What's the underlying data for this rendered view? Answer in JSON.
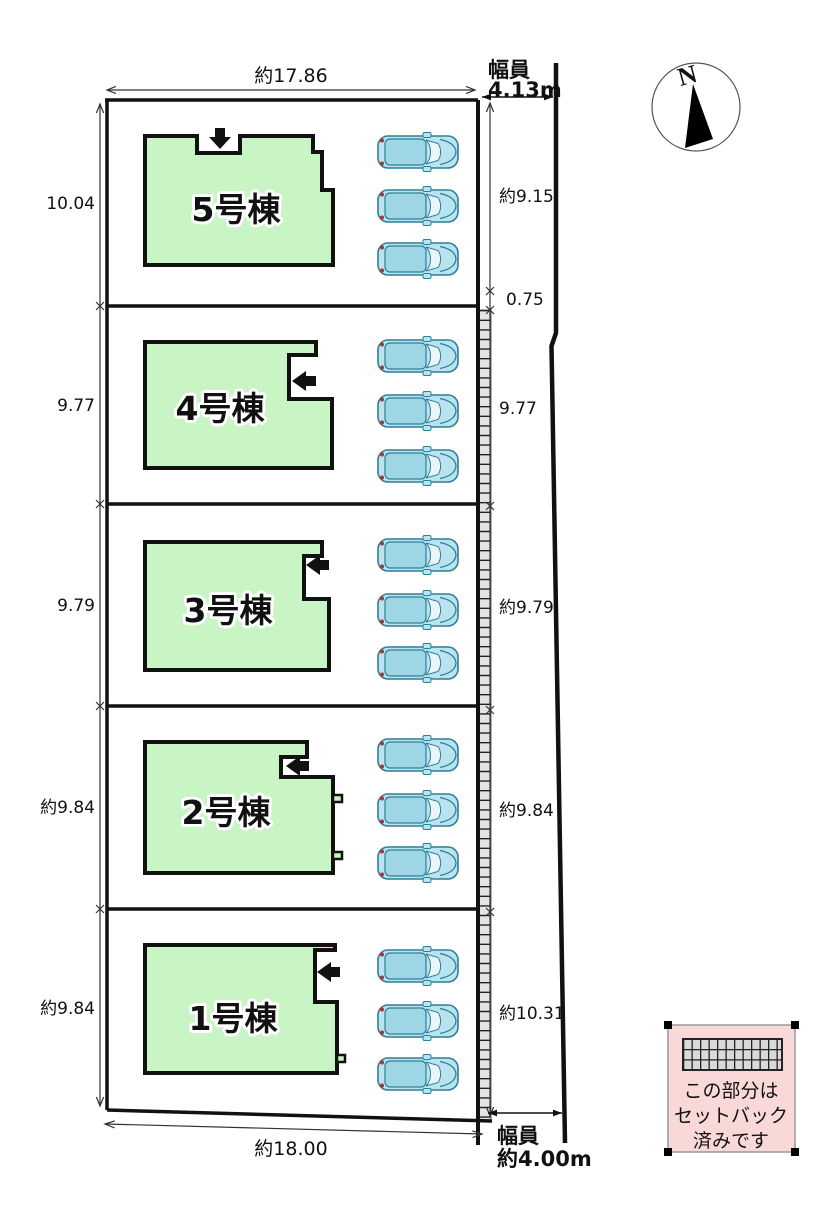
{
  "plan": {
    "compass": {
      "label": "N"
    },
    "top": {
      "dimension": "約17.86",
      "road": {
        "label": "幅員",
        "value": "4.13m"
      }
    },
    "bottom": {
      "dimension": "約18.00",
      "road": {
        "label": "幅員",
        "value": "約4.00m"
      }
    },
    "left_dimensions": [
      "10.04",
      "9.77",
      "9.79",
      "約9.84",
      "約9.84"
    ],
    "right_dimensions": [
      "約9.15",
      "0.75",
      "9.77",
      "約9.79",
      "約9.84",
      "約10.31"
    ],
    "lots": [
      {
        "label": "5号棟",
        "cars": 3
      },
      {
        "label": "4号棟",
        "cars": 3
      },
      {
        "label": "3号棟",
        "cars": 3
      },
      {
        "label": "2号棟",
        "cars": 3
      },
      {
        "label": "1号棟",
        "cars": 3
      }
    ],
    "legend": {
      "line1": "この部分は",
      "line2": "セットバック",
      "line3": "済みです"
    },
    "colors": {
      "building": "#c9f4c3",
      "car_body": "#b9e4ef",
      "car_roof": "#9ed6e6",
      "car_stroke": "#2e7f99",
      "legend_bg": "#f9d8d8",
      "hatch_fill": "#e4e4e4",
      "outline": "#111111"
    }
  }
}
